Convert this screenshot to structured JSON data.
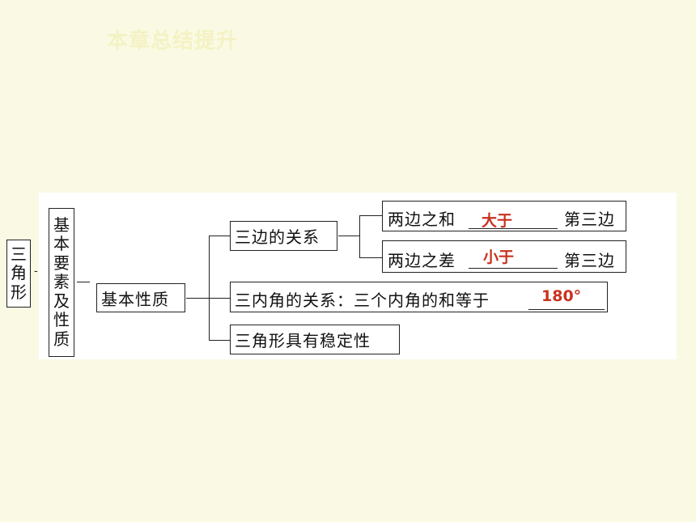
{
  "title": "本章总结提升",
  "diagram": {
    "root": [
      "三",
      "角",
      "形"
    ],
    "level1": [
      "基",
      "本",
      "要",
      "素",
      "及",
      "性",
      "质"
    ],
    "level2": "基本性质",
    "branches": {
      "sides": "三边的关系",
      "sum_prefix": "两边之和",
      "sum_answer": "大于",
      "sum_suffix": "第三边",
      "diff_prefix": "两边之差",
      "diff_answer": "小于",
      "diff_suffix": "第三边",
      "angles_prefix": "三内角的关系：三个内角的和等于",
      "angles_answer": "180°",
      "stability": "三角形具有稳定性"
    }
  }
}
